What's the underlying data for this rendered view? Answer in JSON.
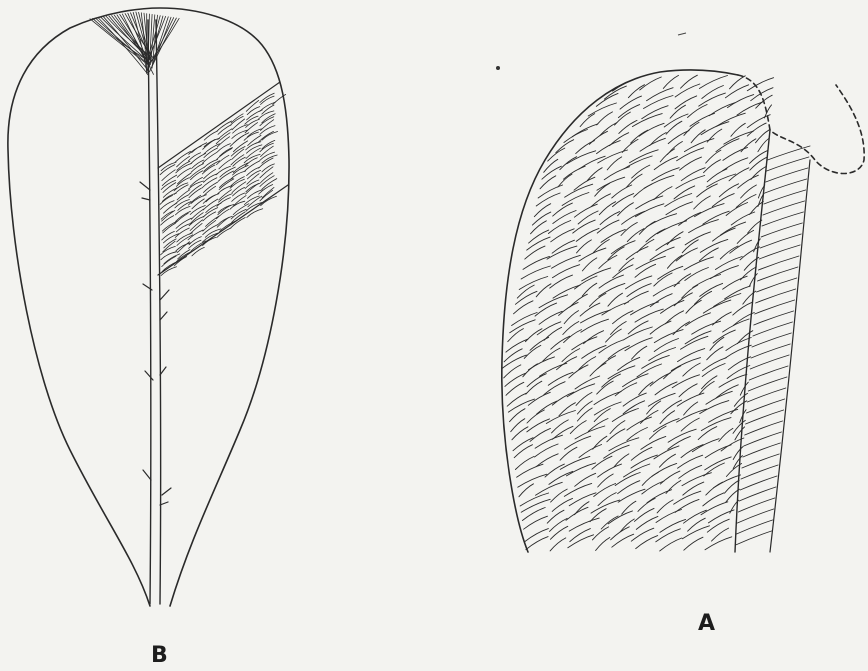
{
  "figure": {
    "panels": [
      {
        "id": "B",
        "label": "B",
        "subject": "leaf-outline-with-midrib-and-partial-venation"
      },
      {
        "id": "A",
        "label": "A",
        "subject": "dense-venation-detail"
      }
    ],
    "colors": {
      "paper": "#f3f3f0",
      "ink": "#2a2a2a"
    }
  }
}
